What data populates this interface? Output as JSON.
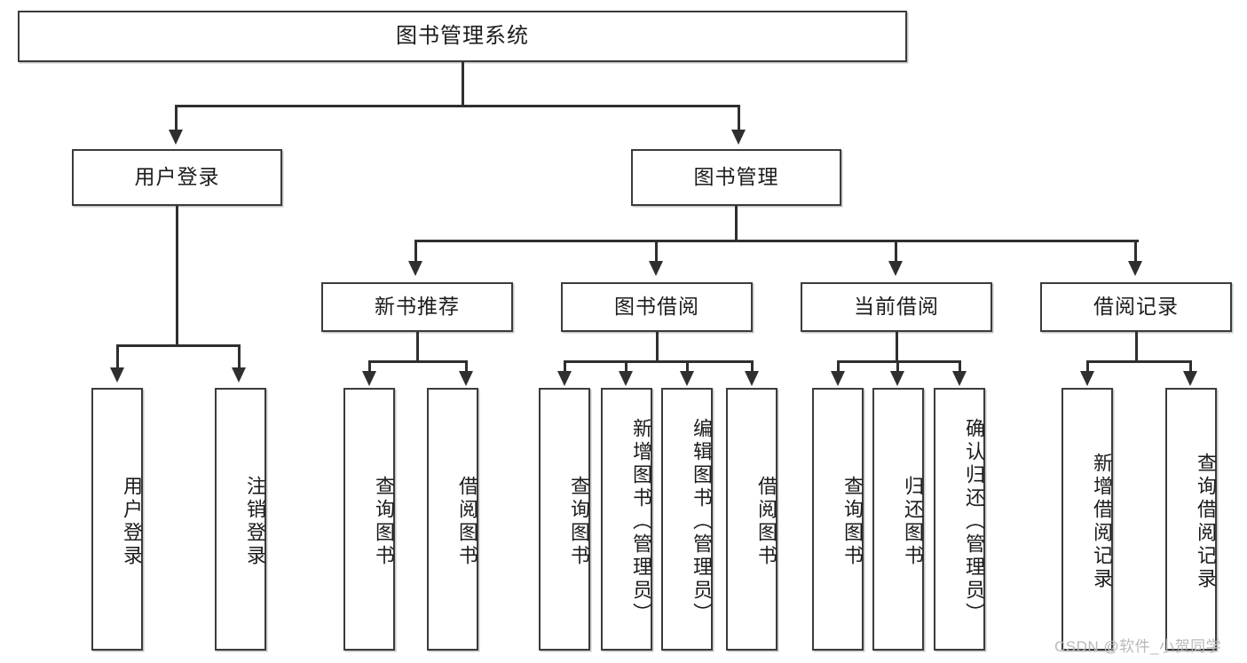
{
  "diagram": {
    "title": "图书管理系统",
    "type": "hierarchy-tree",
    "root": {
      "label": "图书管理系统"
    },
    "level2": [
      {
        "label": "用户登录"
      },
      {
        "label": "图书管理"
      }
    ],
    "level3": [
      {
        "label": "新书推荐"
      },
      {
        "label": "图书借阅"
      },
      {
        "label": "当前借阅"
      },
      {
        "label": "借阅记录"
      }
    ],
    "leaves": [
      {
        "label": "用户登录"
      },
      {
        "label": "注销登录"
      },
      {
        "label": "查询图书"
      },
      {
        "label": "借阅图书"
      },
      {
        "label": "查询图书"
      },
      {
        "label": "新增图书（管理员）"
      },
      {
        "label": "编辑图书（管理员）"
      },
      {
        "label": "借阅图书"
      },
      {
        "label": "查询图书"
      },
      {
        "label": "归还图书"
      },
      {
        "label": "确认归还（管理员）"
      },
      {
        "label": "新增借阅记录"
      },
      {
        "label": "查询借阅记录"
      }
    ],
    "watermark": "CSDN @软件_小贺同学",
    "colors": {
      "stroke": "#3b3b3b",
      "connector": "#2f2f2f",
      "text": "#1c1c1c",
      "background": "#ffffff",
      "watermark": "#b9b9b9"
    }
  }
}
